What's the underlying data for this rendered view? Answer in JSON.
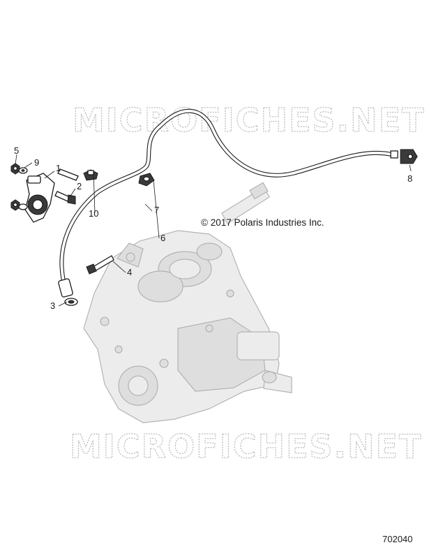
{
  "watermark": {
    "top": "MICROFICHES.NET",
    "bottom": "MICROFICHES.NET"
  },
  "copyright": "© 2017 Polaris Industries Inc.",
  "figure_number": "702040",
  "callouts": {
    "c1": "1",
    "c2": "2",
    "c3": "3",
    "c4": "4",
    "c5": "5",
    "c6": "6",
    "c7": "7",
    "c8": "8",
    "c9": "9",
    "c10": "10"
  }
}
